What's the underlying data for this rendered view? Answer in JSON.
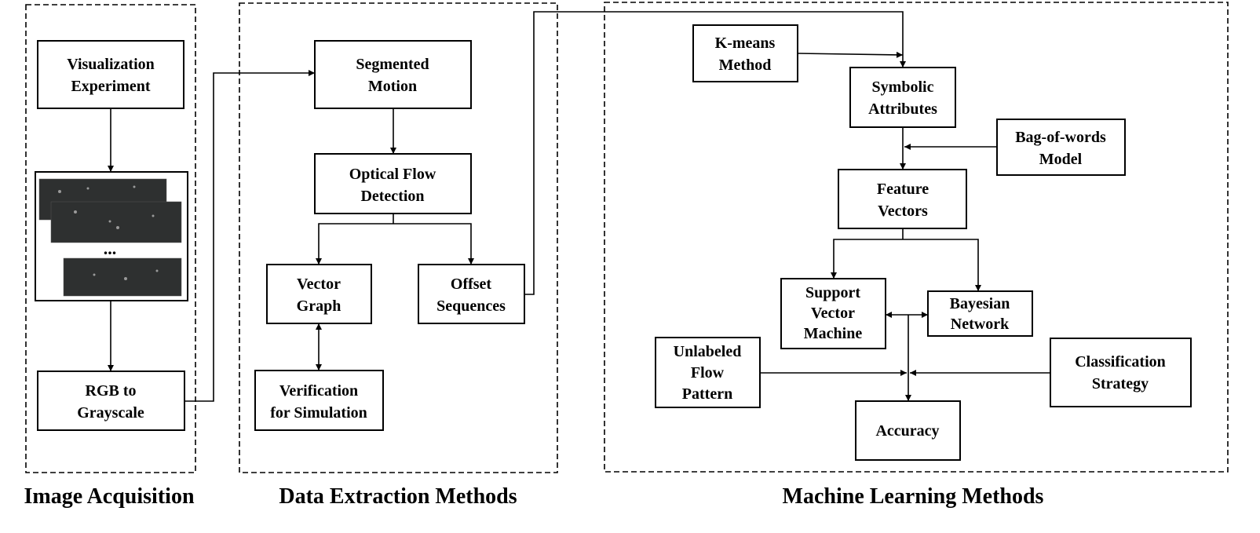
{
  "groups": {
    "image_acquisition": "Image Acquisition",
    "data_extraction": "Data Extraction Methods",
    "machine_learning": "Machine Learning Methods"
  },
  "nodes": {
    "visualization_experiment": [
      "Visualization",
      "Experiment"
    ],
    "rgb_to_grayscale": [
      "RGB to",
      "Grayscale"
    ],
    "segmented_motion": [
      "Segmented",
      "Motion"
    ],
    "optical_flow_detection": [
      "Optical Flow",
      "Detection"
    ],
    "vector_graph": [
      "Vector",
      "Graph"
    ],
    "offset_sequences": [
      "Offset",
      "Sequences"
    ],
    "verification_for_simulation": [
      "Verification",
      "for Simulation"
    ],
    "kmeans_method": [
      "K-means",
      "Method"
    ],
    "symbolic_attributes": [
      "Symbolic",
      "Attributes"
    ],
    "bag_of_words_model": [
      "Bag-of-words",
      "Model"
    ],
    "feature_vectors": [
      "Feature",
      "Vectors"
    ],
    "support_vector_machine": [
      "Support",
      "Vector",
      "Machine"
    ],
    "bayesian_network": [
      "Bayesian",
      "Network"
    ],
    "unlabeled_flow_pattern": [
      "Unlabeled",
      "Flow",
      "Pattern"
    ],
    "classification_strategy": [
      "Classification",
      "Strategy"
    ],
    "accuracy": [
      "Accuracy"
    ]
  },
  "image_stack": {
    "ellipsis": "..."
  },
  "edges": [
    [
      "visualization_experiment",
      "image_stack"
    ],
    [
      "image_stack",
      "rgb_to_grayscale"
    ],
    [
      "rgb_to_grayscale",
      "segmented_motion"
    ],
    [
      "segmented_motion",
      "optical_flow_detection"
    ],
    [
      "optical_flow_detection",
      "vector_graph"
    ],
    [
      "optical_flow_detection",
      "offset_sequences"
    ],
    [
      "vector_graph",
      "verification_for_simulation",
      "bidirectional"
    ],
    [
      "offset_sequences",
      "symbolic_attributes"
    ],
    [
      "kmeans_method",
      "symbolic_attributes"
    ],
    [
      "symbolic_attributes",
      "feature_vectors"
    ],
    [
      "bag_of_words_model",
      "feature_vectors"
    ],
    [
      "feature_vectors",
      "support_vector_machine"
    ],
    [
      "feature_vectors",
      "bayesian_network"
    ],
    [
      "support_vector_machine",
      "bayesian_network",
      "bidirectional"
    ],
    [
      "unlabeled_flow_pattern",
      "accuracy"
    ],
    [
      "classification_strategy",
      "accuracy"
    ]
  ]
}
